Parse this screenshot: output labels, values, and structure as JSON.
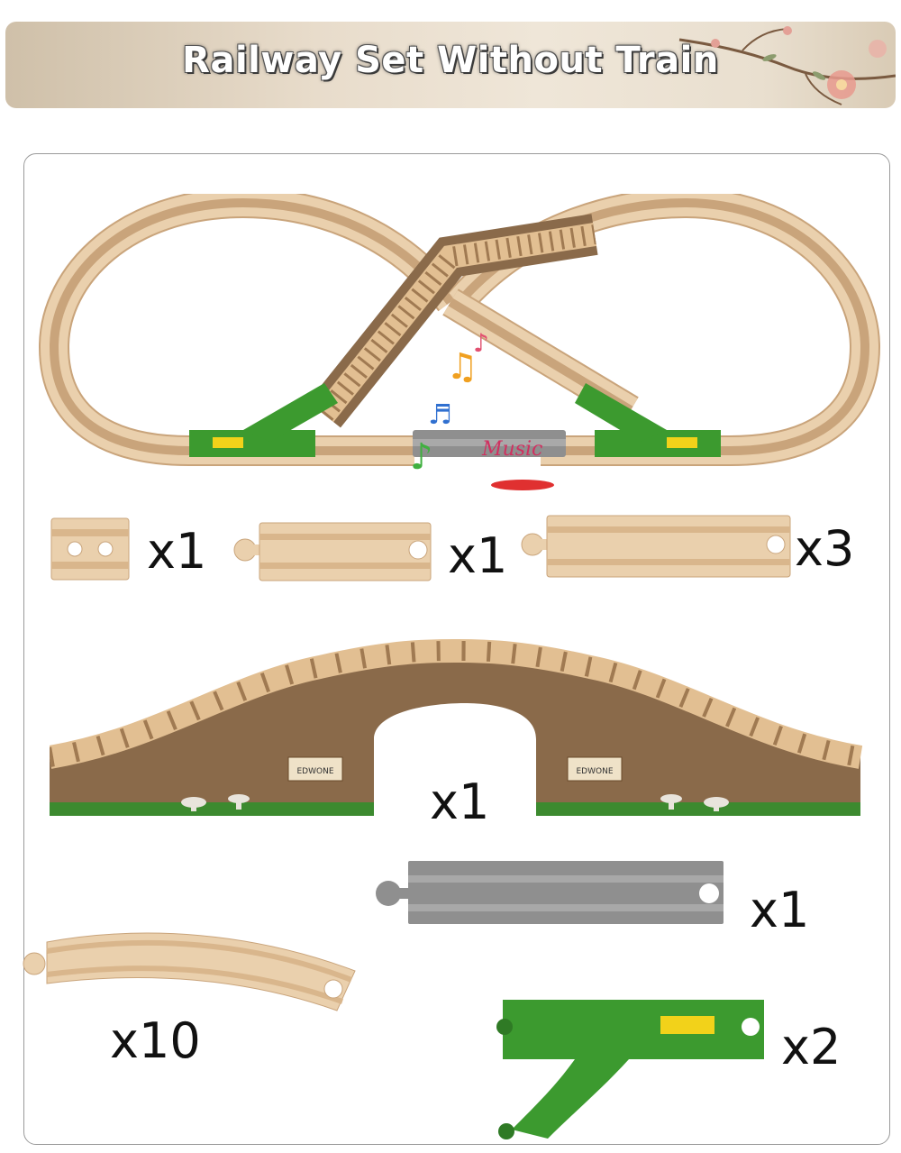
{
  "banner": {
    "title": "Railway Set Without Train"
  },
  "music_badge": {
    "label": "Music"
  },
  "pieces": [
    {
      "name": "short-square-track",
      "quantity": "x1"
    },
    {
      "name": "medium-straight-track",
      "quantity": "x1"
    },
    {
      "name": "long-straight-track",
      "quantity": "x3"
    },
    {
      "name": "arch-bridge",
      "quantity": "x1",
      "sign_text": "EDWONE"
    },
    {
      "name": "grey-music-track",
      "quantity": "x1"
    },
    {
      "name": "curved-track",
      "quantity": "x10"
    },
    {
      "name": "green-switch-track",
      "quantity": "x2"
    }
  ],
  "colors": {
    "wood": "#e8c9a3",
    "wood_dark": "#c9a47b",
    "switch_green": "#3c9a2f",
    "switch_yellow": "#f2d21a",
    "grey_track": "#8c8c8c",
    "bridge_stone": "#8a6a4a"
  }
}
